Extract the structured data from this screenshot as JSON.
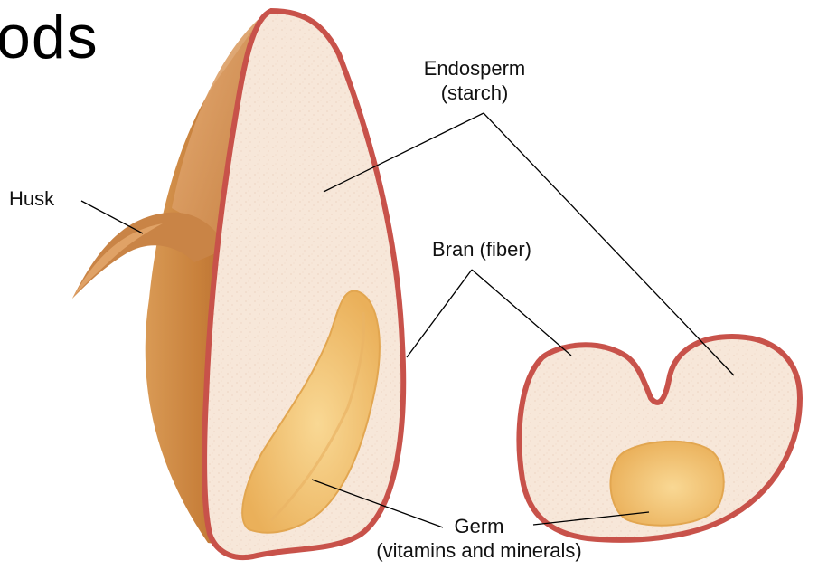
{
  "title_fragment": "ods",
  "labels": {
    "endosperm": {
      "name": "Endosperm",
      "detail": "(starch)"
    },
    "husk": {
      "name": "Husk"
    },
    "bran": {
      "name": "Bran (fiber)"
    },
    "germ": {
      "name": "Germ",
      "detail": "(vitamins and minerals)"
    }
  },
  "colors": {
    "bran_outline": "#c8524a",
    "endosperm_fill": "#f7e7d9",
    "husk": "#c77f3a",
    "husk_dark": "#a9602a",
    "germ_fill": "#f2bd6a",
    "germ_light": "#f9d894",
    "leader_line": "#000000"
  }
}
